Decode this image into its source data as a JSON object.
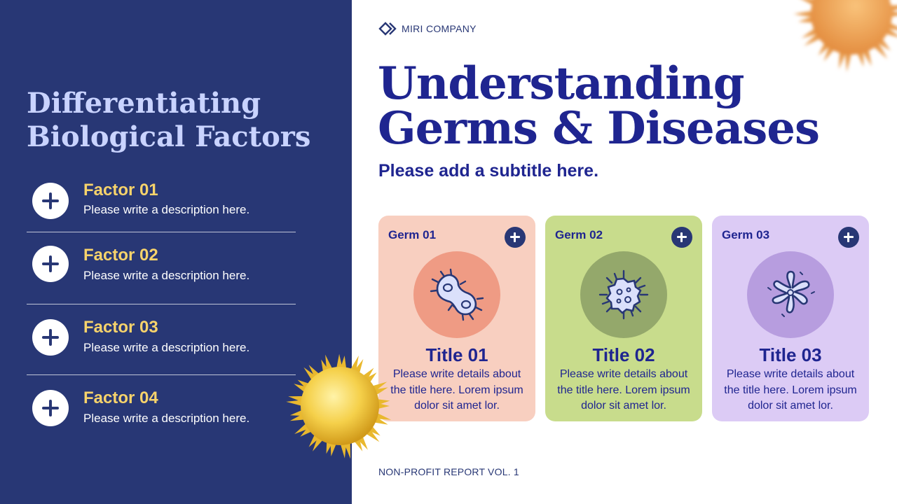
{
  "brand": {
    "name": "MIRI COMPANY",
    "icon": "diamond-logo-icon"
  },
  "left_panel": {
    "title_lines": [
      "Differentiating",
      "Biological Factors"
    ],
    "factors": [
      {
        "title": "Factor 01",
        "description": "Please write a description here."
      },
      {
        "title": "Factor 02",
        "description": "Please write a description here."
      },
      {
        "title": "Factor 03",
        "description": "Please write a description here."
      },
      {
        "title": "Factor 04",
        "description": "Please write a description here."
      }
    ]
  },
  "main": {
    "title_lines": [
      "Understanding",
      "Germs & Diseases"
    ],
    "subtitle": "Please add a subtitle here."
  },
  "cards": [
    {
      "label": "Germ 01",
      "title": "Title 01",
      "description": "Please write details about the title here. Lorem ipsum dolor sit amet lor.",
      "icon": "bacteria-icon",
      "bg": "#f8cfc0",
      "circle": "#ef9b84"
    },
    {
      "label": "Germ 02",
      "title": "Title 02",
      "description": "Please write details about the title here. Lorem ipsum dolor sit amet lor.",
      "icon": "virus-icon",
      "bg": "#c8dc8c",
      "circle": "#94a86b"
    },
    {
      "label": "Germ 03",
      "title": "Title 03",
      "description": "Please write details about the title here. Lorem ipsum dolor sit amet lor.",
      "icon": "microbe-icon",
      "bg": "#dccbf5",
      "circle": "#b79ddf"
    }
  ],
  "footer": "NON-PROFIT REPORT VOL. 1",
  "colors": {
    "navy": "#283775",
    "title_blue": "#1f2590",
    "factor_yellow": "#f7d36b",
    "left_title": "#c9d3ff"
  }
}
